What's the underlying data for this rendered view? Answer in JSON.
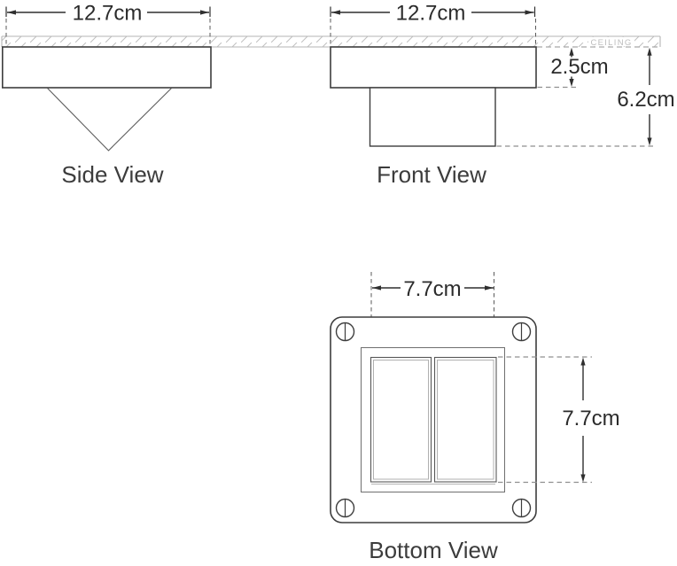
{
  "drawing": {
    "ceiling": {
      "label": "CEILING"
    },
    "side_view": {
      "label": "Side View",
      "width": "12.7cm"
    },
    "front_view": {
      "label": "Front View",
      "width": "12.7cm",
      "flange_depth": "2.5cm",
      "overall_depth": "6.2cm"
    },
    "bottom_view": {
      "label": "Bottom View",
      "cutout_width": "7.7cm",
      "cutout_height": "7.7cm"
    },
    "colors": {
      "line": "#3d3d3d",
      "dimension_text": "#2b2b2b",
      "ceiling_gray": "#bdbdbd",
      "dash_gray": "#8f8f8f",
      "background": "#ffffff"
    }
  }
}
